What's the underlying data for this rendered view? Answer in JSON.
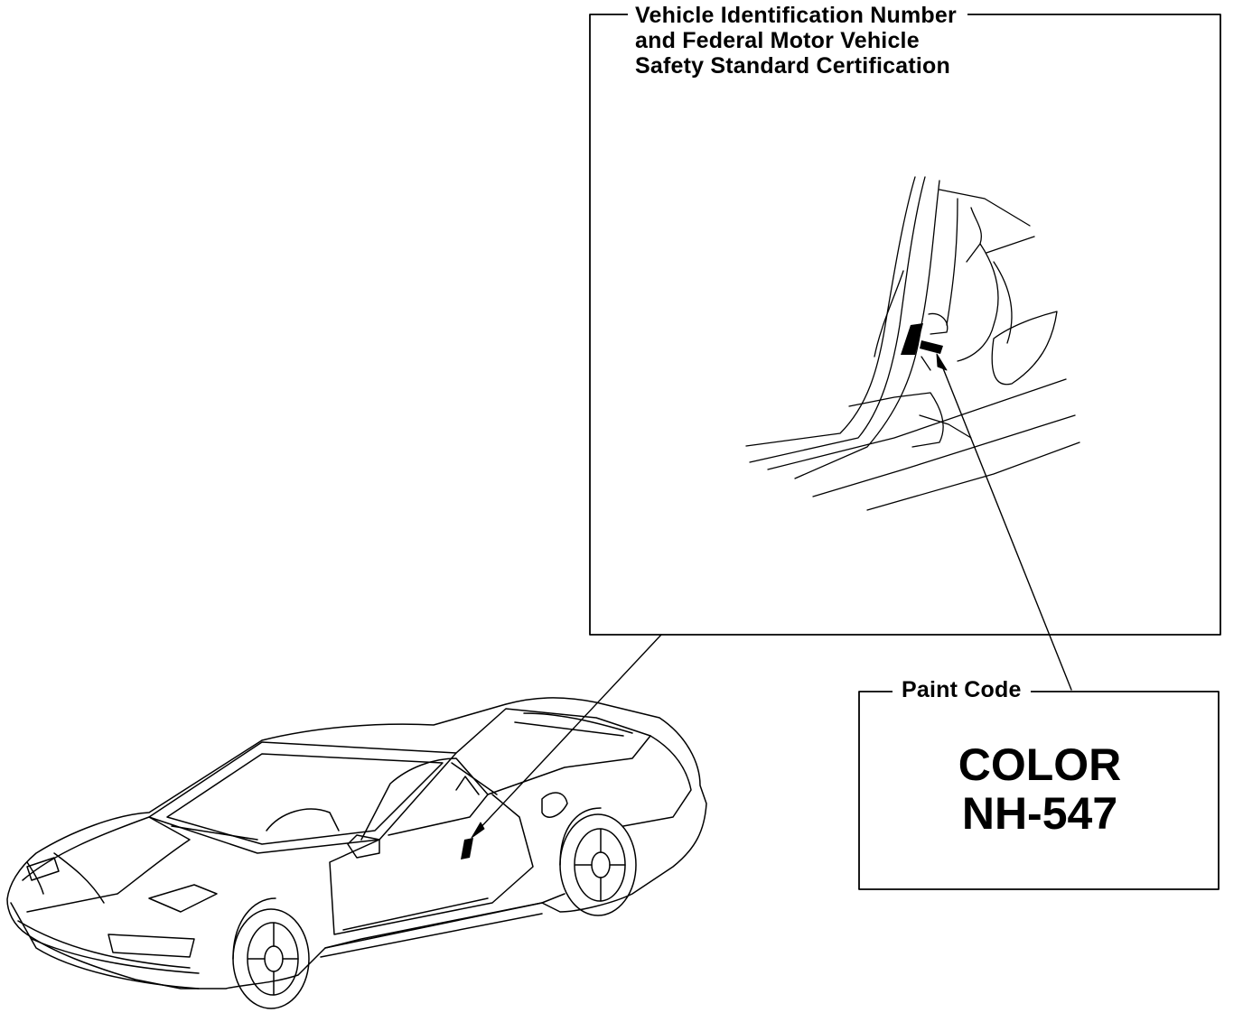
{
  "callouts": {
    "vin": {
      "lines": [
        "Vehicle Identification Number",
        "and Federal Motor Vehicle",
        "Safety Standard Certification"
      ]
    },
    "paint": {
      "title": "Paint Code",
      "value_line1": "COLOR",
      "value_line2": "NH-547"
    }
  },
  "colors": {
    "ink": "#000000",
    "paper": "#ffffff"
  }
}
